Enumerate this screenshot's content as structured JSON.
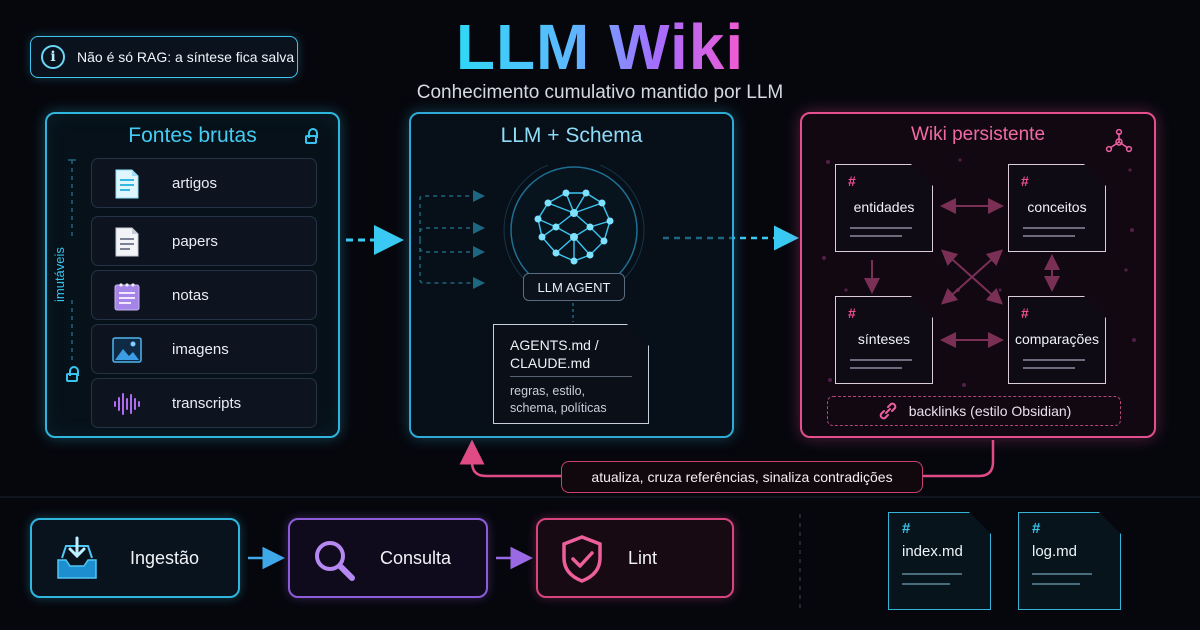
{
  "header": {
    "title": "LLM Wiki",
    "subtitle": "Conhecimento cumulativo mantido por LLM",
    "notice": "Não é só RAG: a síntese fica salva"
  },
  "sources_panel": {
    "title": "Fontes brutas",
    "side_label": "imutáveis",
    "items": [
      {
        "label": "artigos",
        "icon": "article-icon"
      },
      {
        "label": "papers",
        "icon": "paper-icon"
      },
      {
        "label": "notas",
        "icon": "notepad-icon"
      },
      {
        "label": "imagens",
        "icon": "image-icon"
      },
      {
        "label": "transcripts",
        "icon": "audio-wave-icon"
      }
    ]
  },
  "llm_panel": {
    "title": "LLM + Schema",
    "agent_label": "LLM AGENT",
    "schema_doc": {
      "title_line1": "AGENTS.md /",
      "title_line2": "CLAUDE.md",
      "desc_line1": "regras, estilo,",
      "desc_line2": "schema, políticas"
    }
  },
  "wiki_panel": {
    "title": "Wiki persistente",
    "pages": [
      {
        "hash": "#",
        "name": "entidades"
      },
      {
        "hash": "#",
        "name": "conceitos"
      },
      {
        "hash": "#",
        "name": "sínteses"
      },
      {
        "hash": "#",
        "name": "comparações"
      }
    ],
    "backlinks": "backlinks (estilo Obsidian)"
  },
  "feedback_label": "atualiza, cruza referências, sinaliza contradições",
  "workflow": [
    {
      "label": "Ingestão",
      "icon": "inbox-download-icon"
    },
    {
      "label": "Consulta",
      "icon": "search-icon"
    },
    {
      "label": "Lint",
      "icon": "shield-check-icon"
    }
  ],
  "files": [
    {
      "hash": "#",
      "name": "index.md"
    },
    {
      "hash": "#",
      "name": "log.md"
    }
  ],
  "colors": {
    "cyan": "#2fb6de",
    "purple": "#8d5cd8",
    "pink": "#e4508e",
    "background": "#06070d"
  }
}
